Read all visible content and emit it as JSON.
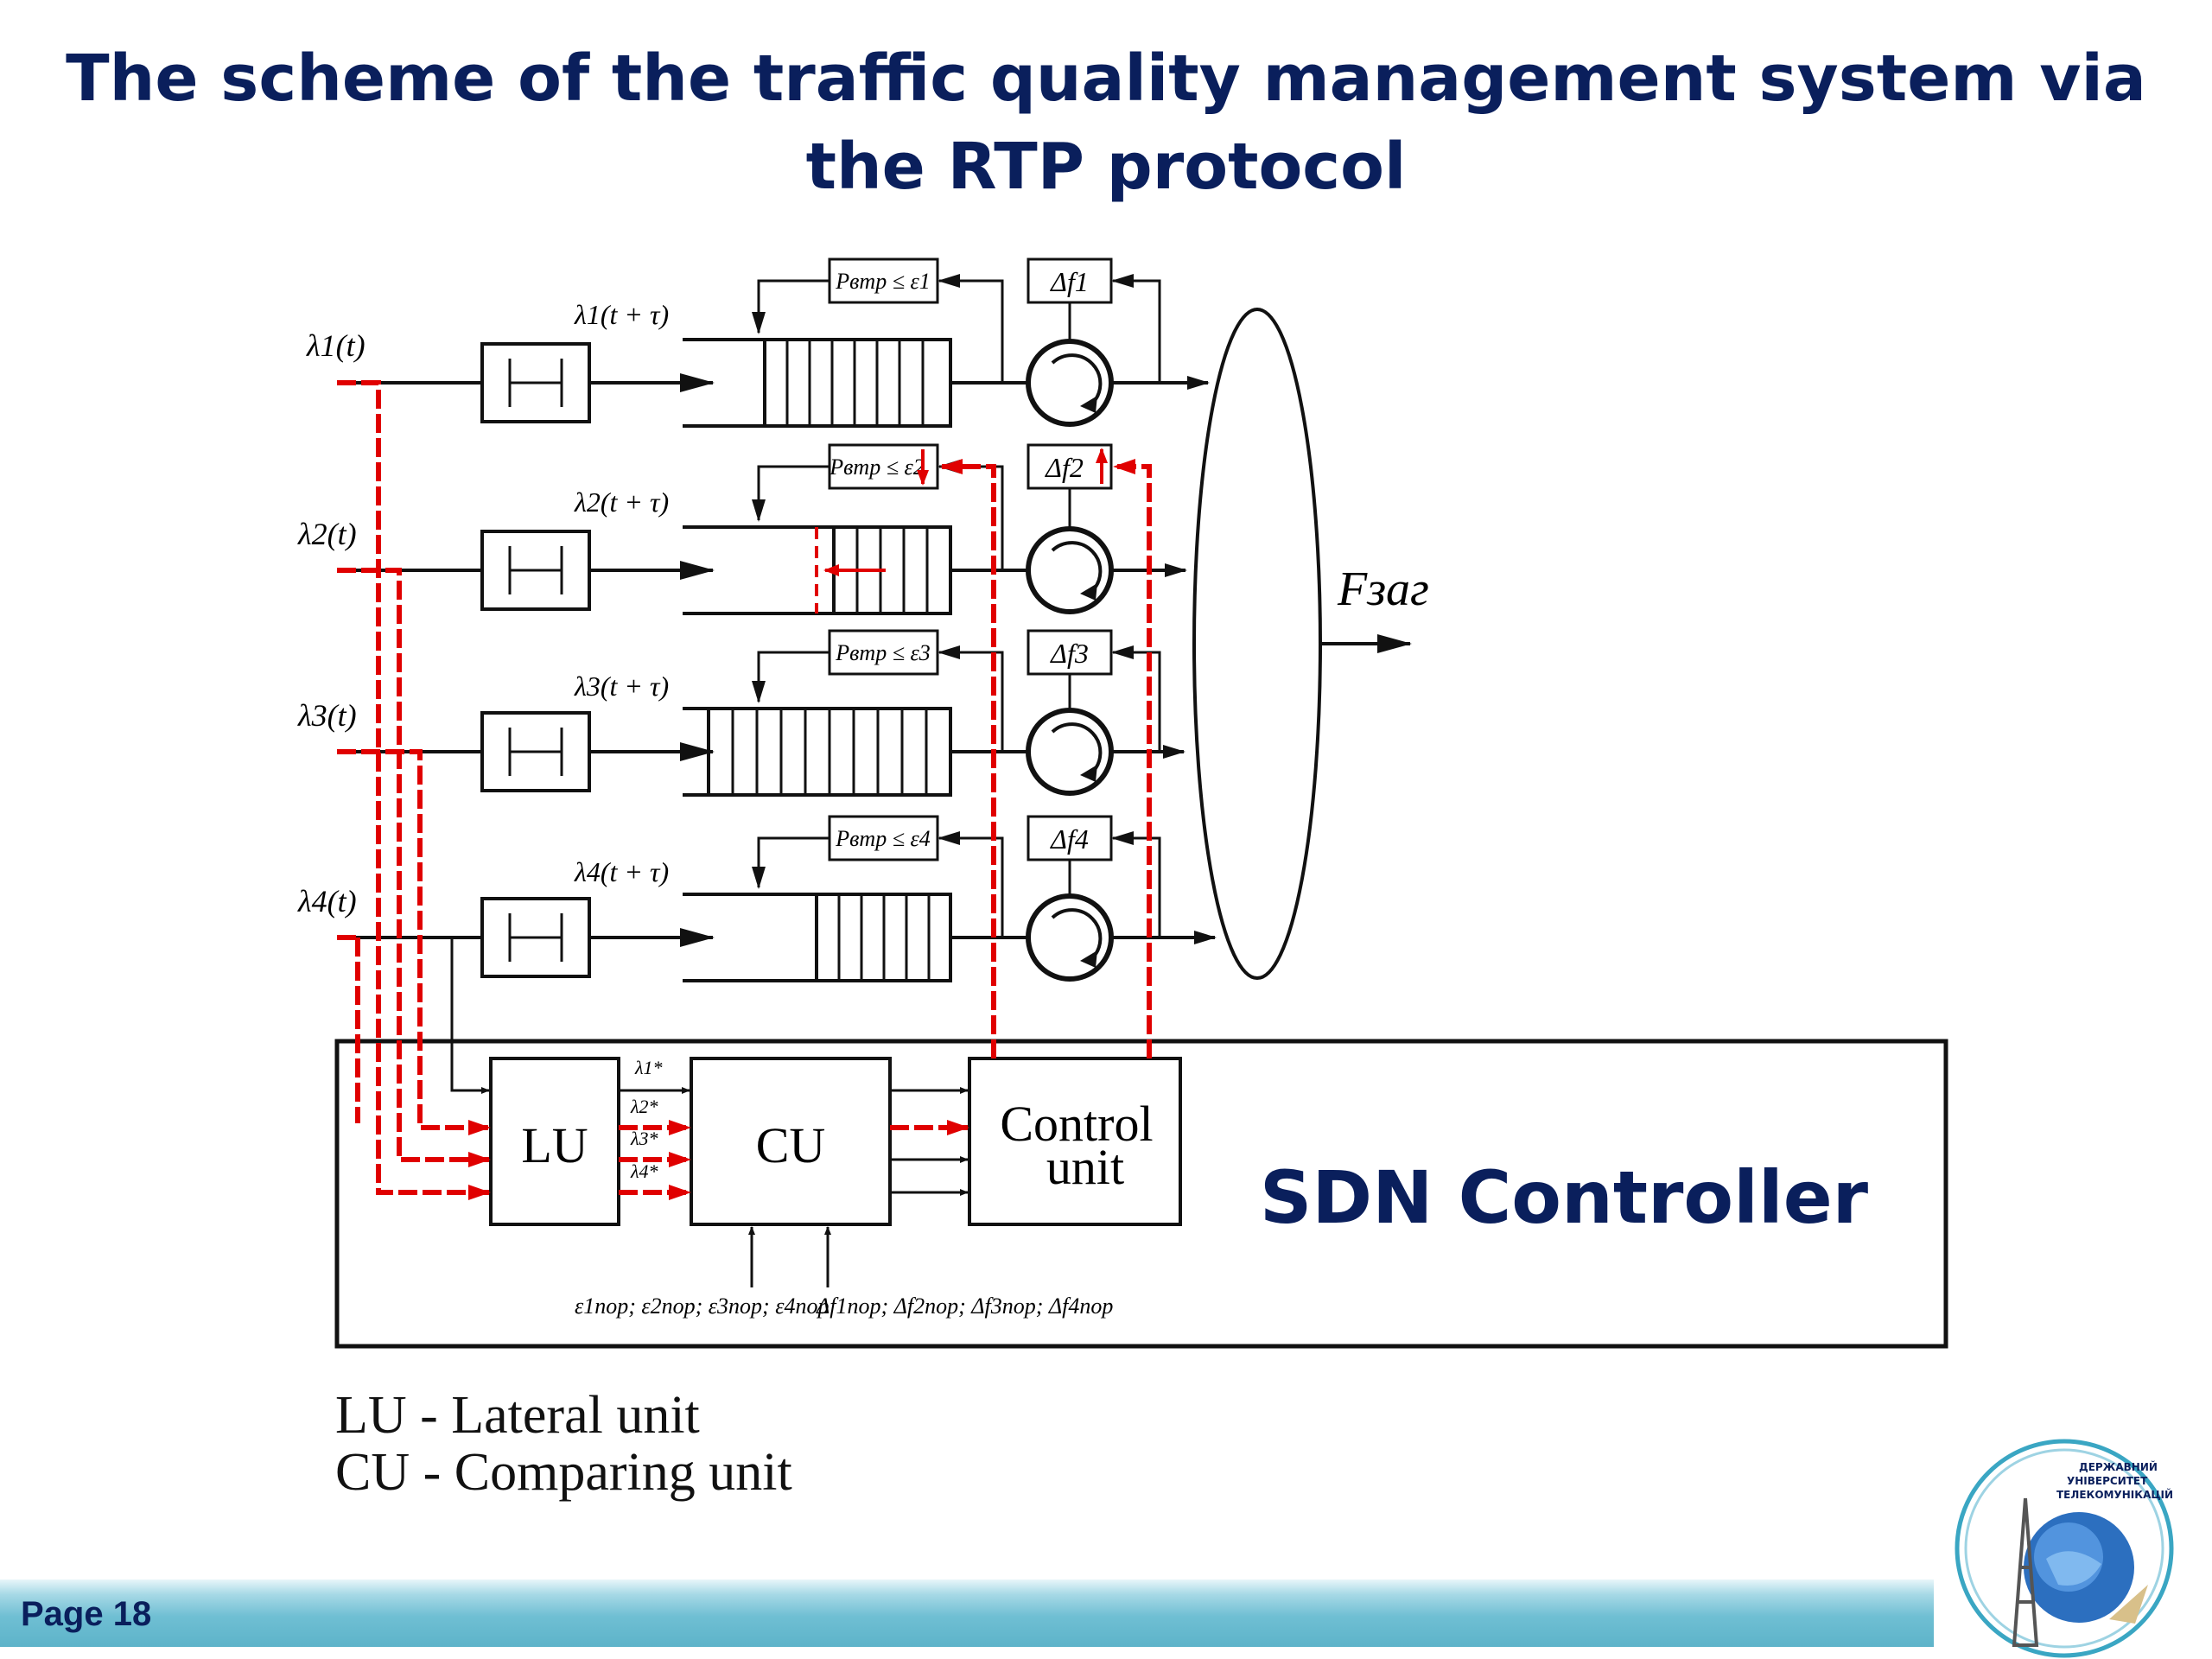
{
  "slide": {
    "title": "The scheme of the traffic quality management system via the RTP protocol",
    "page_label": "Page 18"
  },
  "diagram": {
    "inputs": [
      "λ1(t)",
      "λ2(t)",
      "λ3(t)",
      "λ4(t)"
    ],
    "delayed_inputs": [
      "λ1(t + τ)",
      "λ2(t + τ)",
      "λ3(t + τ)",
      "λ4(t + τ)"
    ],
    "loss_conditions": [
      "Pвтр ≤ ε1",
      "Pвтр ≤ ε2",
      "Pвтр ≤ ε3",
      "Pвтр ≤ ε4"
    ],
    "freq_boxes": [
      "Δf1",
      "Δf2",
      "Δf3",
      "Δf4"
    ],
    "output_label": "Fзаг",
    "units": {
      "lu": "LU",
      "cu": "CU",
      "control_line1": "Control",
      "control_line2": "unit",
      "controller_label": "SDN Controller"
    },
    "lu_outputs": [
      "λ1*",
      "λ2*",
      "λ3*",
      "λ4*"
    ],
    "eps_thresholds": "ε1пор; ε2пор; ε3пор; ε4пор",
    "freq_thresholds": "Δf1пор; Δf2пор; Δf3пор; Δf4пор",
    "colors": {
      "title": "#0a1f5c",
      "controller_label": "#0a1f5c",
      "signal": "#e00000",
      "lines": "#111111"
    }
  },
  "legend": {
    "line1": "LU - Lateral unit",
    "line2": "CU - Comparing unit"
  },
  "logo": {
    "icon": "university-emblem-icon",
    "text_line1": "ДЕРЖАВНИЙ",
    "text_line2": "УНІВЕРСИТЕТ",
    "text_line3": "ТЕЛЕКОМУНІКАЦІЙ"
  }
}
